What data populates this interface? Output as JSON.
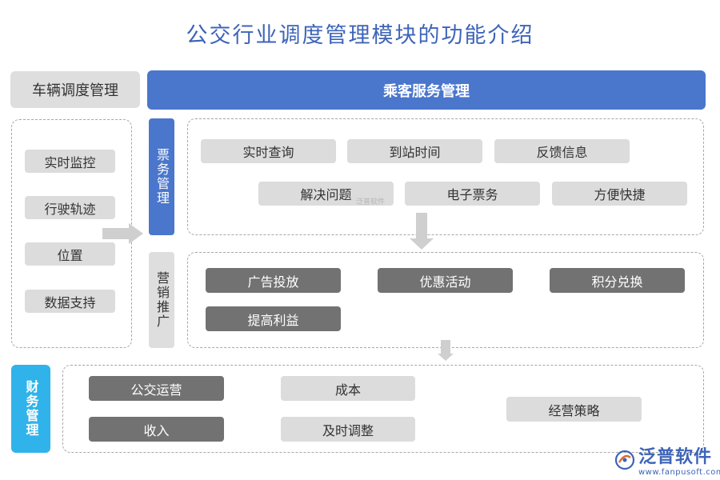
{
  "title": "公交行业调度管理模块的功能介绍",
  "headers": {
    "vehicle_dispatch": "车辆调度管理",
    "passenger_service": "乘客服务管理"
  },
  "left_panel": {
    "items": [
      "实时监控",
      "行驶轨迹",
      "位置",
      "数据支持"
    ]
  },
  "ticket_management": {
    "label": "票务管理",
    "items": [
      "实时查询",
      "到站时间",
      "反馈信息",
      "解决问题",
      "电子票务",
      "方便快捷"
    ]
  },
  "marketing": {
    "label": "营销推广",
    "items": [
      "广告投放",
      "优惠活动",
      "积分兑换",
      "提高利益"
    ]
  },
  "finance": {
    "label": "财务管理",
    "items": [
      "公交运营",
      "收入",
      "成本",
      "及时调整",
      "经营策略"
    ]
  },
  "watermark": "泛普软件",
  "logo": {
    "name": "泛普软件",
    "url": "www.fanpusoft.com"
  },
  "colors": {
    "title": "#3d64b8",
    "blue": "#4a76cc",
    "cyan": "#2fb3ea",
    "light_gray": "#dedede",
    "dark_gray": "#727272"
  }
}
